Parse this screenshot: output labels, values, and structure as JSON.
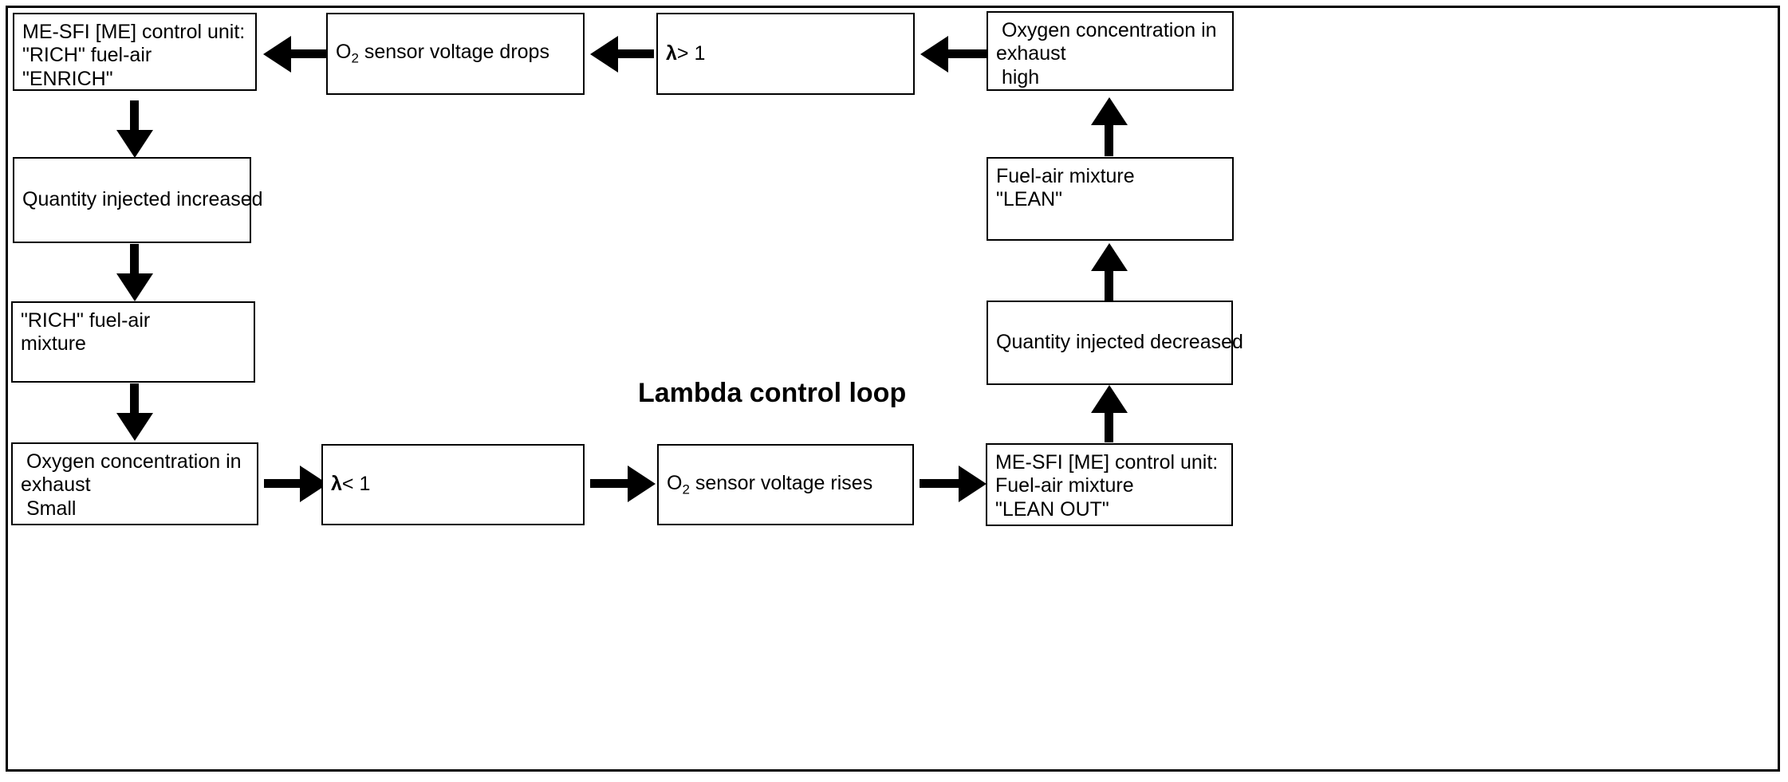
{
  "diagram": {
    "title": "Lambda control loop",
    "type": "flowchart-cycle",
    "boxes": {
      "control_unit_rich": {
        "lines": [
          "ME-SFI [ME] control unit:",
          "\"RICH\" fuel-air",
          "\"ENRICH\""
        ],
        "text": "ME-SFI [ME] control unit:\n\"RICH\" fuel-air\n\"ENRICH\""
      },
      "o2_voltage_drops": {
        "prefix": "O",
        "subscript": "2",
        "suffix": " sensor voltage drops",
        "text": "O2 sensor voltage drops"
      },
      "lambda_gt_1": {
        "symbol": "λ",
        "relation": "> 1",
        "text": "λ> 1"
      },
      "oxygen_high": {
        "lines": [
          " Oxygen concentration in",
          "exhaust",
          " high"
        ],
        "text": "Oxygen concentration in exhaust high"
      },
      "fuel_air_lean": {
        "lines": [
          "Fuel-air mixture",
          "\"LEAN\""
        ],
        "text": "Fuel-air mixture\n\"LEAN\""
      },
      "quantity_decreased": {
        "text": "Quantity injected decreased"
      },
      "control_unit_lean_out": {
        "lines": [
          "ME-SFI [ME] control unit:",
          "Fuel-air mixture",
          "\"LEAN OUT\""
        ],
        "text": "ME-SFI [ME] control unit:\nFuel-air mixture\n\"LEAN OUT\""
      },
      "o2_voltage_rises": {
        "prefix": "O",
        "subscript": "2",
        "suffix": " sensor voltage rises",
        "text": "O2 sensor voltage rises"
      },
      "lambda_lt_1": {
        "symbol": "λ",
        "relation": "< 1",
        "text": "λ< 1"
      },
      "oxygen_small": {
        "lines": [
          " Oxygen concentration in",
          "exhaust",
          " Small"
        ],
        "text": "Oxygen concentration in exhaust Small"
      },
      "rich_mixture": {
        "lines": [
          "\"RICH\" fuel-air",
          "mixture"
        ],
        "text": "\"RICH\" fuel-air\nmixture"
      },
      "quantity_increased": {
        "text": "Quantity injected increased"
      }
    },
    "colors": {
      "stroke": "#000000",
      "background": "#ffffff",
      "text": "#000000"
    }
  }
}
